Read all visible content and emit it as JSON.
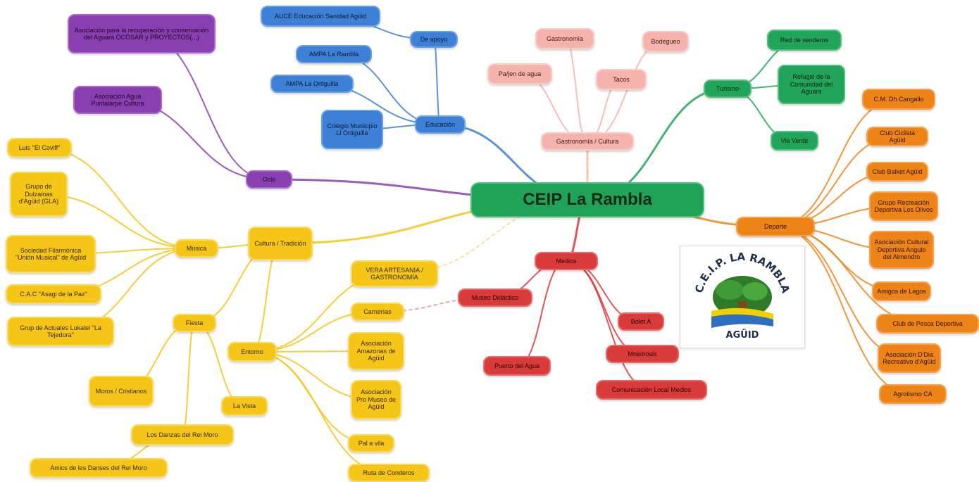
{
  "center": "CEIP La Rambla",
  "colors": {
    "yellow": "#f5c518",
    "orange": "#ee8418",
    "green": "#22a45a",
    "blue": "#3d80d6",
    "purple": "#8a3fb0",
    "red": "#d93a3a",
    "pink": "#f4b3ad"
  },
  "purple": {
    "hub": "Ocio",
    "n1": "Asociación para la recuperación y conservación del Aguara OCOSAR y PROYECTOS(...)",
    "n2": "Asociación Agua Puntalarpe Cultura"
  },
  "blue": {
    "hub": "Educación",
    "sub": "De apoyo",
    "n1": "AUCE Educación Sanidad Agüid",
    "n2": "AMPA La Rambla",
    "n3": "AMPA La Ortiguilla",
    "n4": "Colegio Municipio Ll Ortiguilla"
  },
  "pink": {
    "hub": "Gastronomía / Cultura",
    "n1": "Gastronomía",
    "n2": "Bodegueo",
    "n3": "Pa/jen de agua",
    "n4": "Tacos"
  },
  "green": {
    "hub": "Turismo",
    "n1": "Red de senderos",
    "n2": "Refugio de la Comunidad del Aguara",
    "n3": "Via Verde"
  },
  "orange": {
    "hub": "Deporte",
    "items": [
      "C.M. Dh Cangallo",
      "Club Ciclista Agüid",
      "Club Balket Agüid",
      "Grupo Recreación Deportiva Los Olivos",
      "Asociación Cultural Deportiva Angulo del Almendro",
      "Amigos de Lagos",
      "Club de Pesca Deportiva",
      "Asociación D'Dia Recreativo d'Agüid",
      "Agrotismo CA"
    ]
  },
  "red": {
    "hub": "Medios",
    "n1": "Museo Didáctico",
    "n2": "Puerto del Agua",
    "n3": "Bolet A",
    "n4": "Mnemosis",
    "n5": "Comunicación Local Medios"
  },
  "yellow": {
    "hub": "Cultura / Tradición",
    "music": "Música",
    "music_items": [
      "Luis \"El Coviff\"",
      "Grupo de Dulzainas d'Agüid (GLA)",
      "Sociedad Filarmónica \"Unión Musical\" de Agüid",
      "C.A.C \"Asagi de la Paz\"",
      "Grup de Actuales Lukalel \"La Tejedora\""
    ],
    "fiesta": "Fiesta",
    "moros": "Moros / Cristianos",
    "vista": "La Vista",
    "danzas": "Los Danzas del Rei Moro",
    "amics": "Amics de les Danses del Rei Moro",
    "entorno": "Entorno",
    "entorno_items": [
      "VERA ARTESANIA / GASTRONOMÍA",
      "Carnerías",
      "Asociación Amazonas de Agüid",
      "Asociación Pro Museo de Agüid",
      "Pal a vila",
      "Ruta de Conderos"
    ]
  },
  "logo": {
    "text_top": "C.E.I.P. LA RAMBLA",
    "text_bottom": "AGÜID"
  }
}
